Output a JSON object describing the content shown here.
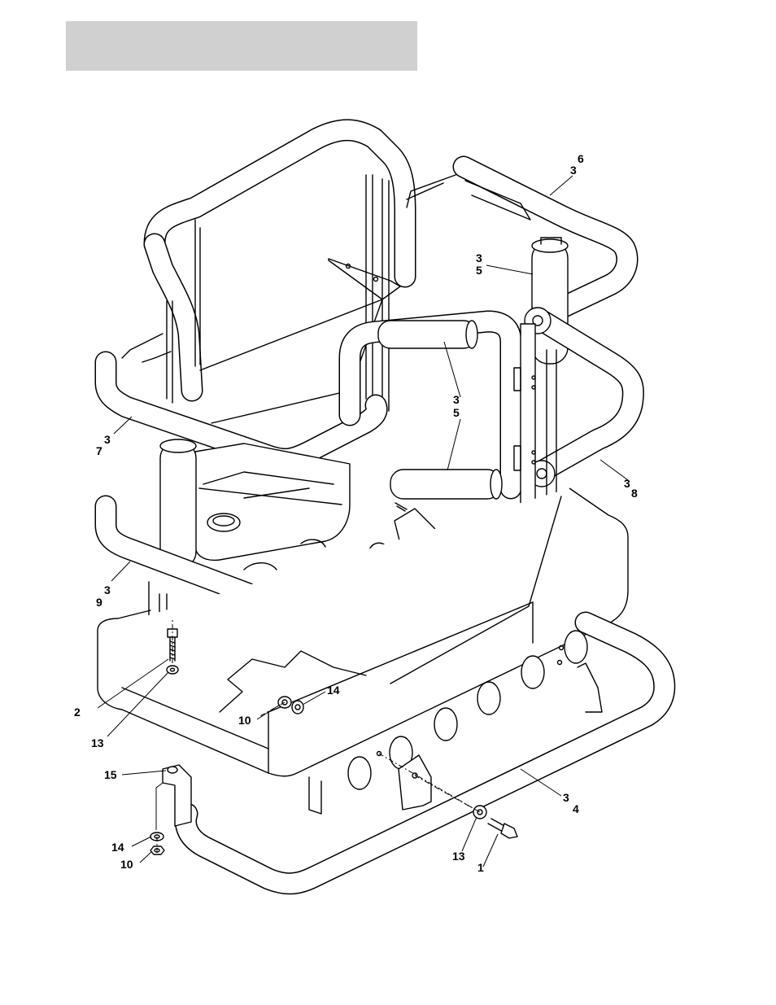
{
  "colors": {
    "header_band": "#d0d0d0",
    "line": "#000000",
    "paper": "#ffffff"
  },
  "callouts": [
    {
      "id": "c-6-3",
      "lines": [
        "6",
        "3"
      ]
    },
    {
      "id": "c-3-5-top",
      "lines": [
        "3",
        "5"
      ]
    },
    {
      "id": "c-3-5-mid",
      "lines": [
        "3",
        "5"
      ]
    },
    {
      "id": "c-3-7",
      "lines": [
        "3",
        "7"
      ]
    },
    {
      "id": "c-3-8",
      "lines": [
        "3",
        "8"
      ]
    },
    {
      "id": "c-3-9",
      "lines": [
        "3",
        "9"
      ]
    },
    {
      "id": "c-2",
      "lines": [
        "2"
      ]
    },
    {
      "id": "c-13-left",
      "lines": [
        "13"
      ]
    },
    {
      "id": "c-10-mid",
      "lines": [
        "10"
      ]
    },
    {
      "id": "c-14-mid",
      "lines": [
        "14"
      ]
    },
    {
      "id": "c-15",
      "lines": [
        "15"
      ]
    },
    {
      "id": "c-14-low",
      "lines": [
        "14"
      ]
    },
    {
      "id": "c-10-low",
      "lines": [
        "10"
      ]
    },
    {
      "id": "c-3-4",
      "lines": [
        "3",
        "4"
      ]
    },
    {
      "id": "c-13-right",
      "lines": [
        "13"
      ]
    },
    {
      "id": "c-1",
      "lines": [
        "1"
      ]
    }
  ]
}
